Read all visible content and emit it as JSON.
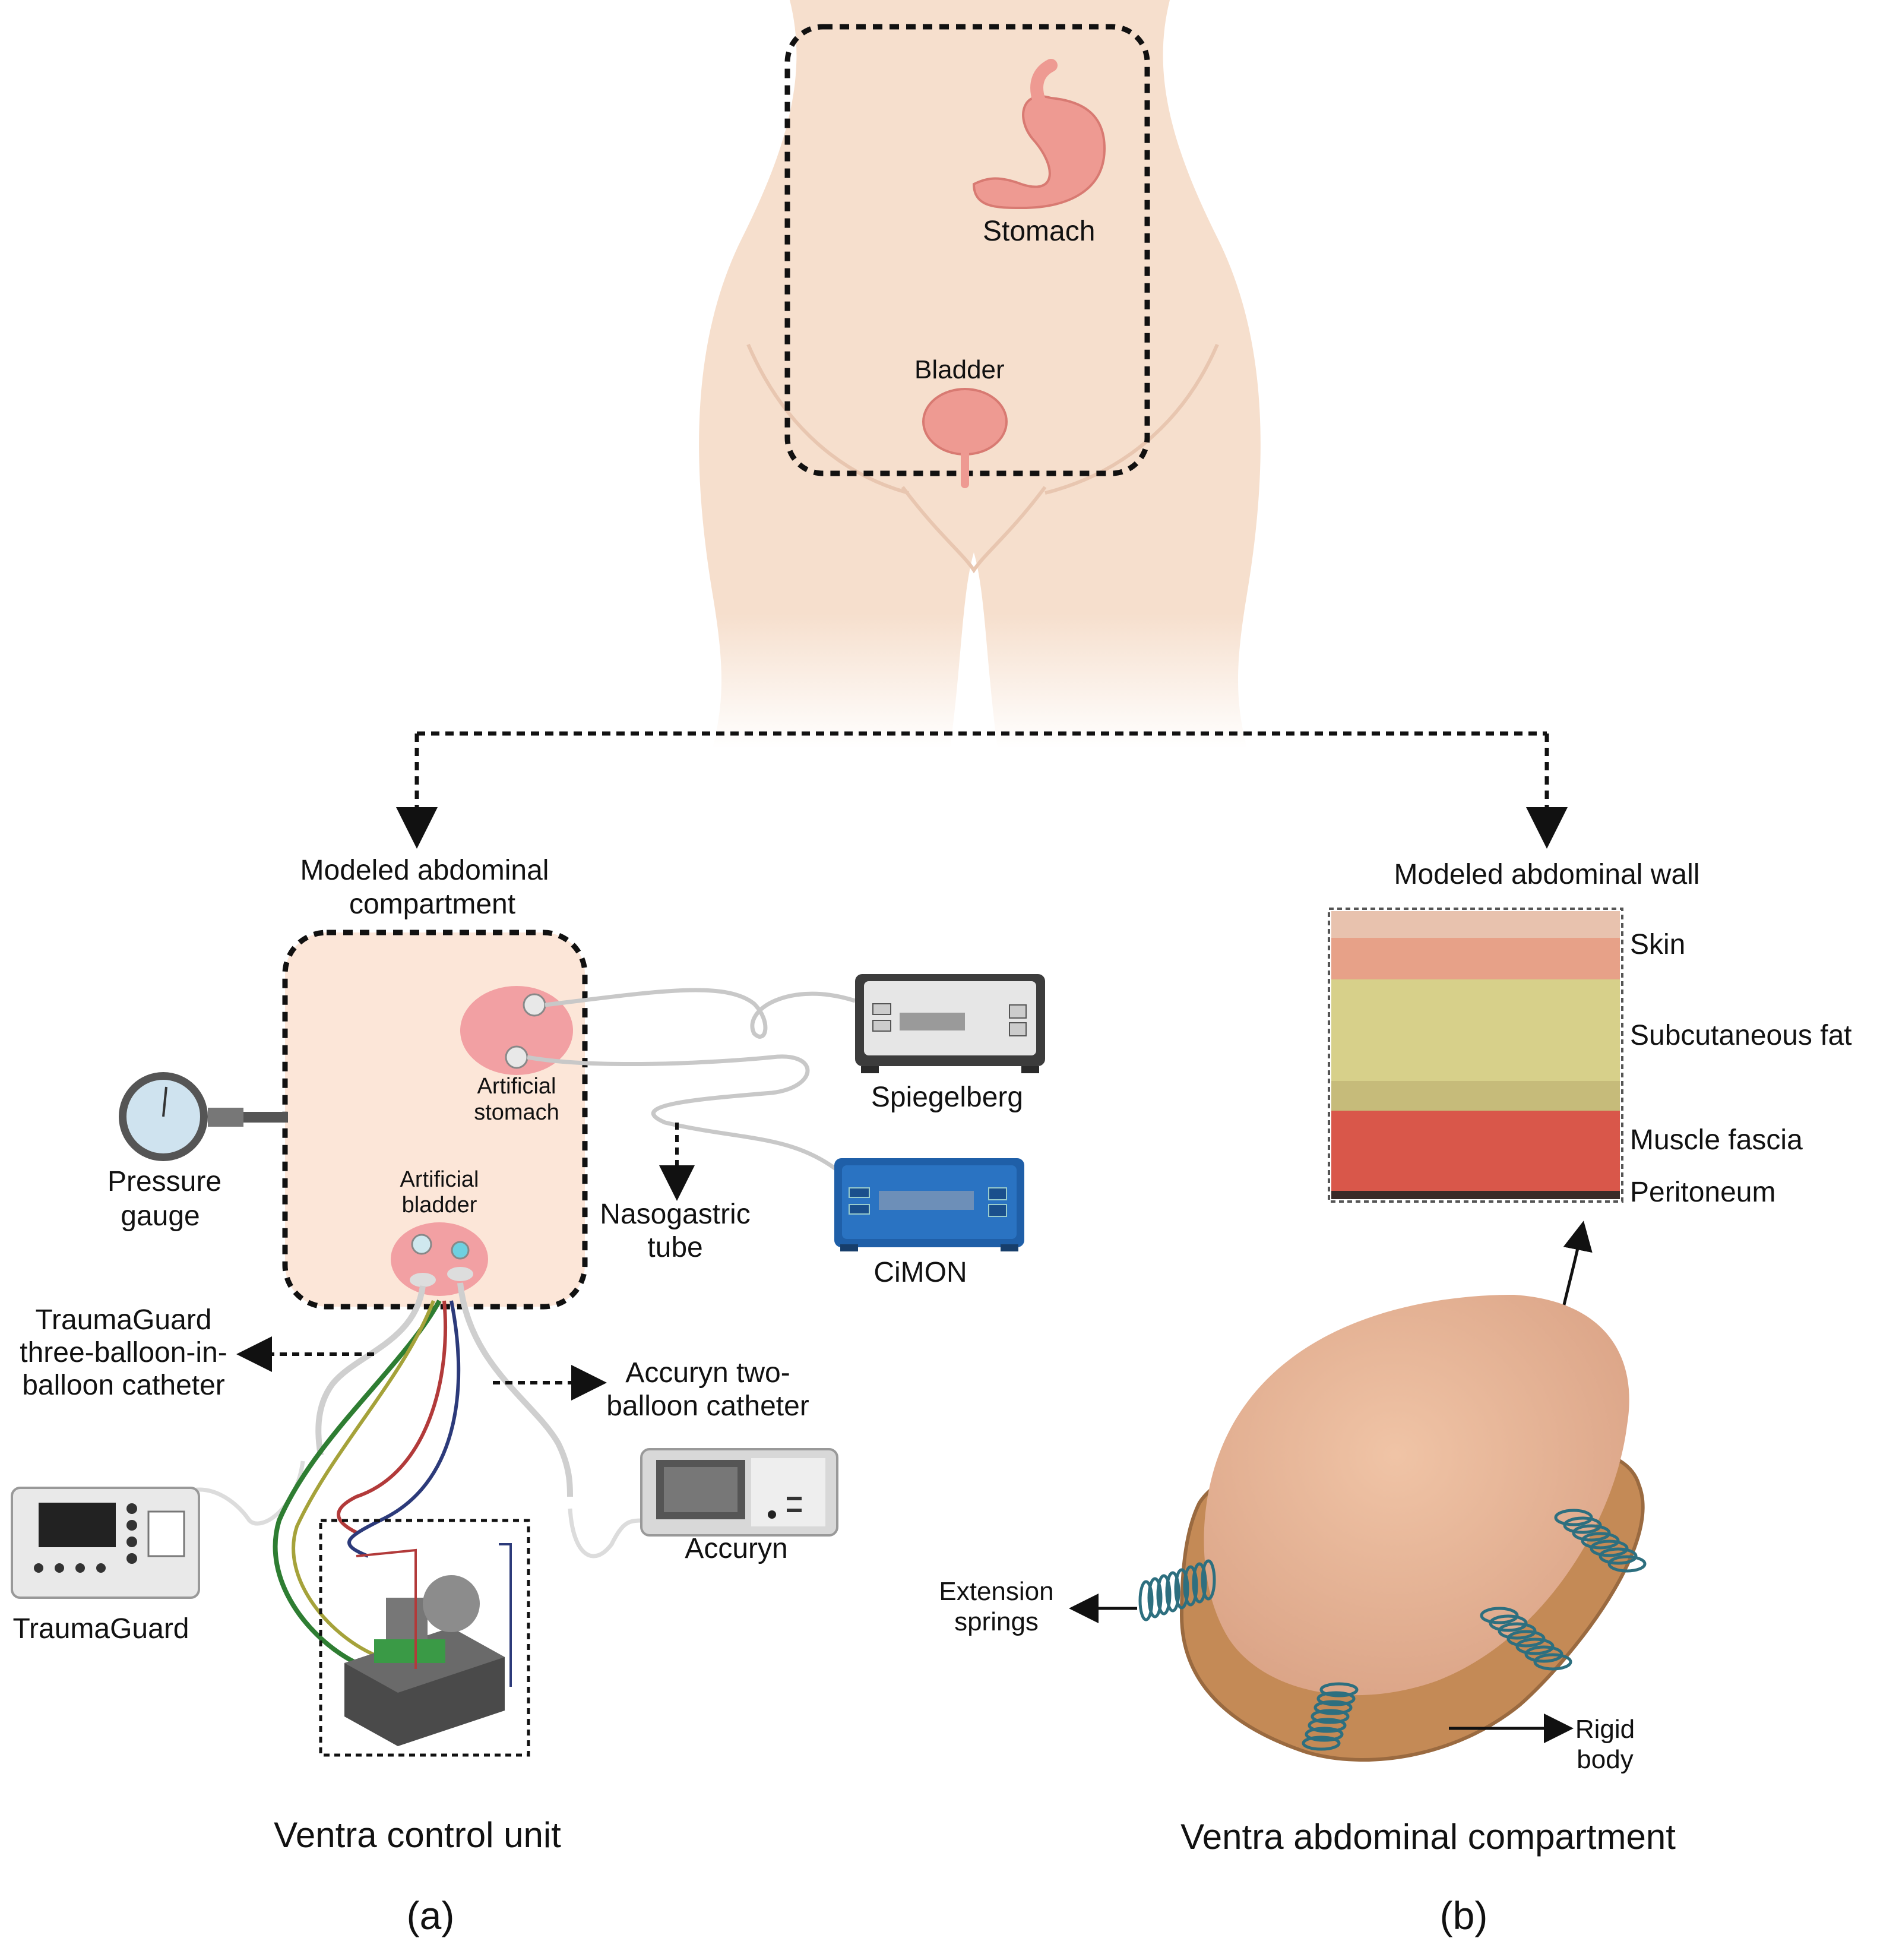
{
  "organs": {
    "stomach": "Stomach",
    "bladder": "Bladder"
  },
  "panel_a": {
    "heading_line1": "Modeled abdominal",
    "heading_line2": "compartment",
    "artificial_stomach_line1": "Artificial",
    "artificial_stomach_line2": "stomach",
    "artificial_bladder_line1": "Artificial",
    "artificial_bladder_line2": "bladder",
    "pressure_gauge_line1": "Pressure",
    "pressure_gauge_line2": "gauge",
    "nasogastric_line1": "Nasogastric",
    "nasogastric_line2": "tube",
    "spiegelberg": "Spiegelberg",
    "cimon": "CiMON",
    "traumaguard_cath_line1": "TraumaGuard",
    "traumaguard_cath_line2": "three-balloon-in-",
    "traumaguard_cath_line3": "balloon catheter",
    "accuryn_cath_line1": "Accuryn two-",
    "accuryn_cath_line2": "balloon catheter",
    "accuryn": "Accuryn",
    "traumaguard": "TraumaGuard",
    "caption": "Ventra control unit",
    "letter": "(a)"
  },
  "panel_b": {
    "heading": "Modeled abdominal wall",
    "layers": [
      "Skin",
      "Subcutaneous fat",
      "Muscle fascia",
      "Peritoneum"
    ],
    "springs_line1": "Extension",
    "springs_line2": "springs",
    "rigid_line1": "Rigid",
    "rigid_line2": "body",
    "caption": "Ventra abdominal compartment",
    "letter": "(b)"
  },
  "colors": {
    "skin": "#f7dcc6",
    "organ": "#ee9a92",
    "device_dark": "#3c3c3c",
    "device_blue": "#1f5fa8",
    "fat": "#d6d08a",
    "muscle": "#d9574a"
  }
}
